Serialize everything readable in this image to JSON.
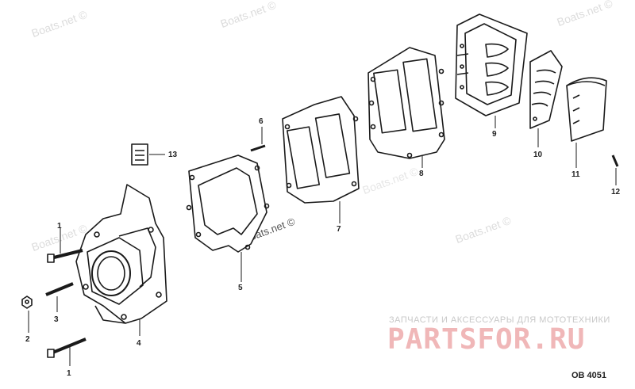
{
  "watermarks": [
    "Boats.net ©",
    "Boats.net ©",
    "Boats.net ©",
    "Boats.net ©",
    "Boats.net ©",
    "Boats.net ©",
    "Boats.net ©"
  ],
  "callouts": [
    "1",
    "1",
    "2",
    "3",
    "4",
    "5",
    "6",
    "7",
    "8",
    "9",
    "10",
    "11",
    "12",
    "13"
  ],
  "ad": {
    "tagline": "ЗАПЧАСТИ И АКСЕССУАРЫ ДЛЯ МОТОТЕХНИКИ",
    "brand": "PARTSFOR.RU"
  },
  "diagram_code": "OB 4051"
}
